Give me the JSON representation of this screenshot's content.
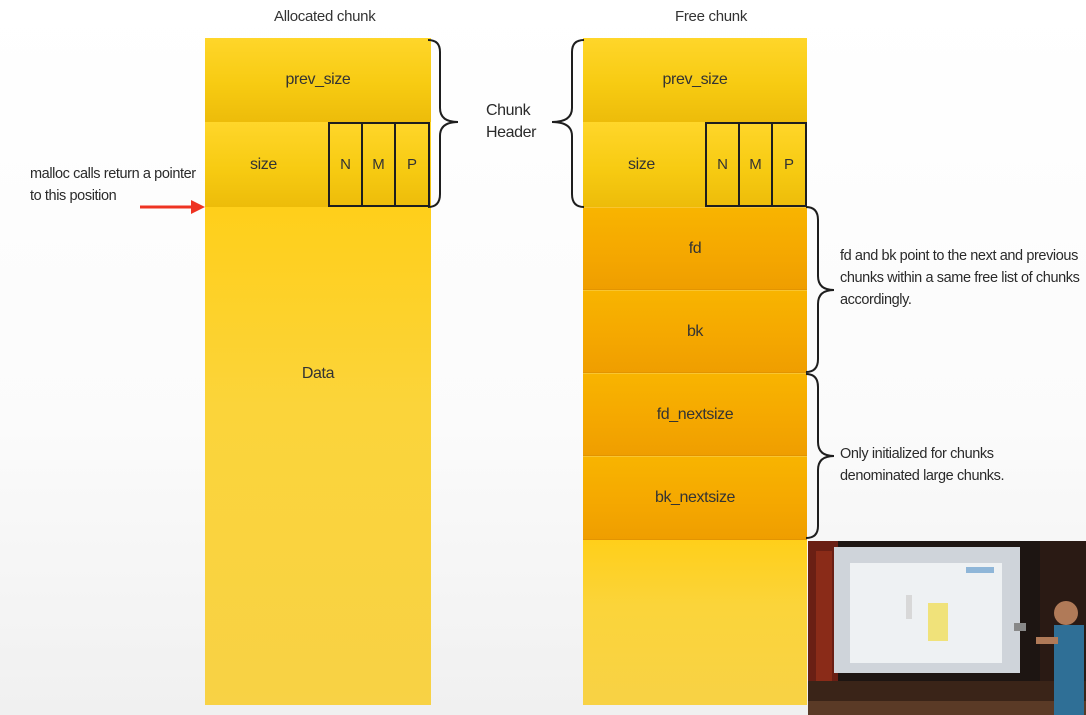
{
  "allocated": {
    "title": "Allocated chunk",
    "prev_size": "prev_size",
    "size": "size",
    "flags": [
      "N",
      "M",
      "P"
    ],
    "data": "Data"
  },
  "free": {
    "title": "Free chunk",
    "prev_size": "prev_size",
    "size": "size",
    "flags": [
      "N",
      "M",
      "P"
    ],
    "fd": "fd",
    "bk": "bk",
    "fd_nextsize": "fd_nextsize",
    "bk_nextsize": "bk_nextsize"
  },
  "annotations": {
    "chunk_header": [
      "Chunk",
      "Header"
    ],
    "malloc_pointer": [
      "malloc calls return a pointer",
      "to this position"
    ],
    "fd_bk": [
      "fd and bk point to the next and previous",
      "chunks within a same free list of chunks",
      "accordingly."
    ],
    "nextsize": [
      "Only initialized for chunks",
      "denominated large chunks."
    ]
  },
  "colors": {
    "chunk_yellow": "#f7cb12",
    "free_orange": "#f5a800",
    "arrow_red": "#ee3322"
  }
}
